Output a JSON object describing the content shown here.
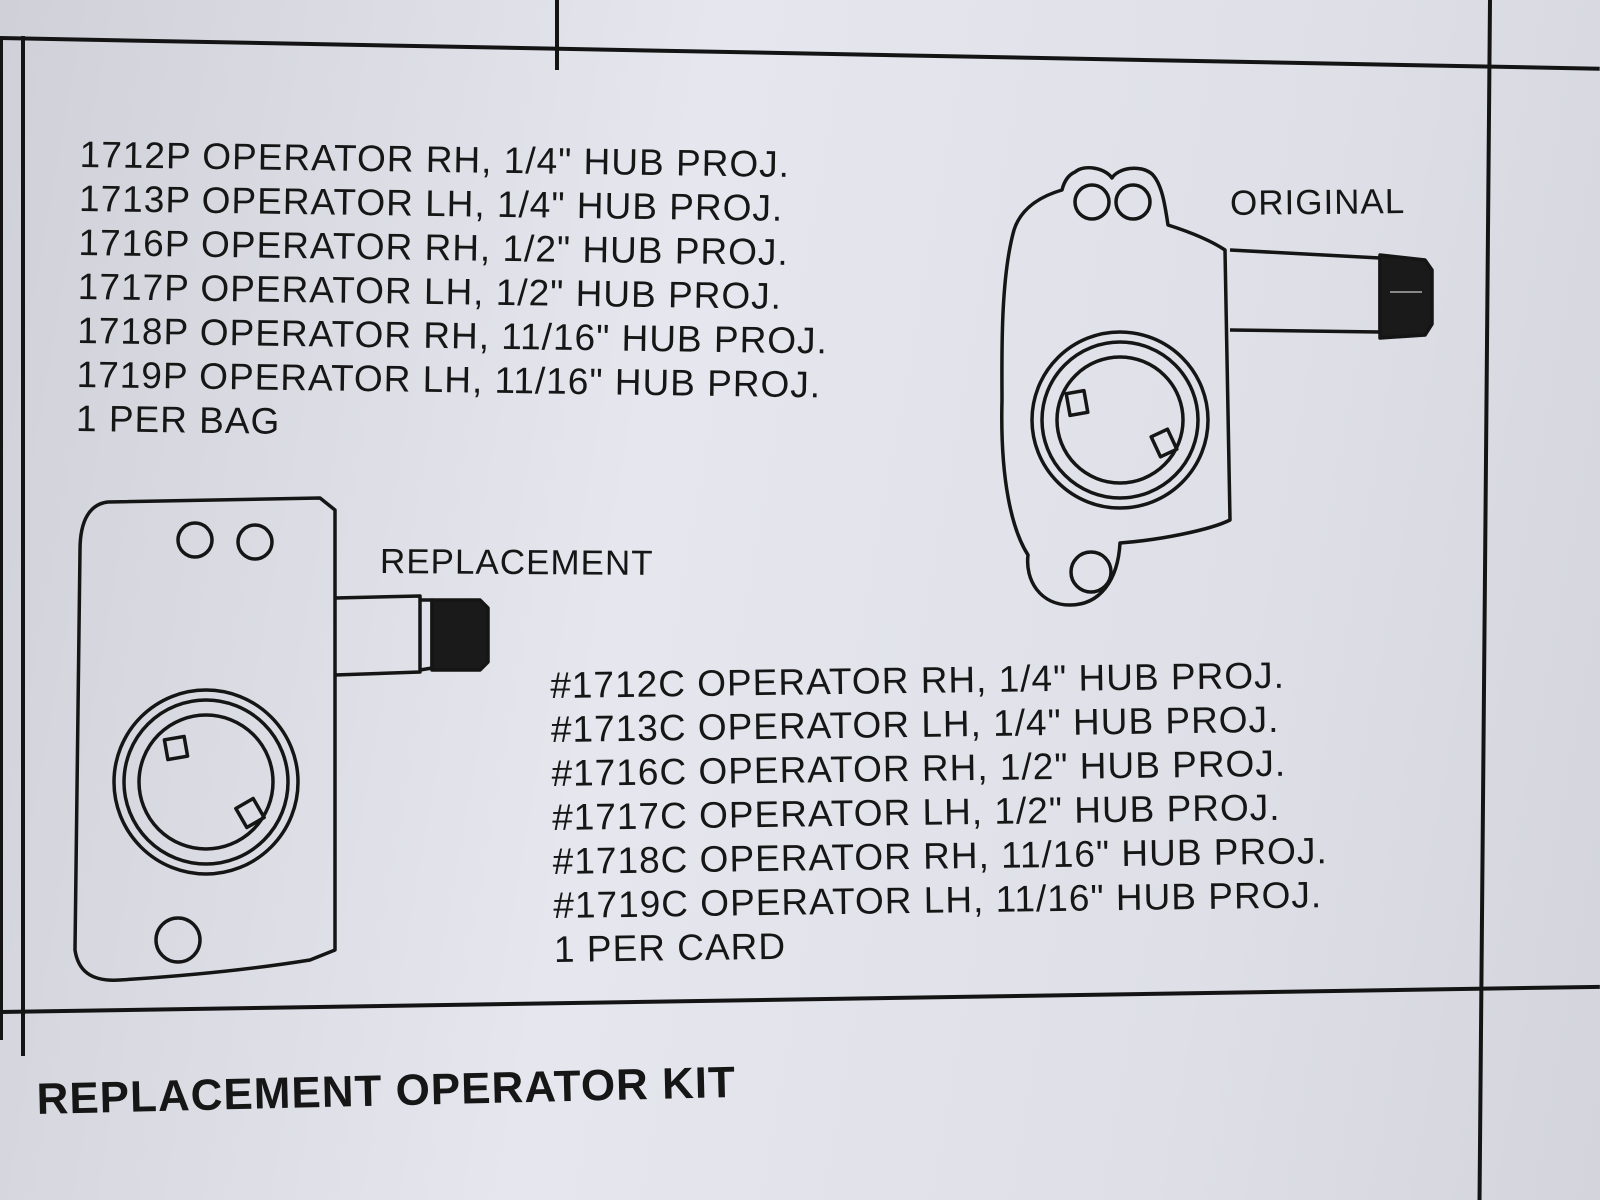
{
  "original": {
    "label": "ORIGINAL",
    "items": [
      "1712P OPERATOR RH, 1/4\" HUB PROJ.",
      "1713P OPERATOR LH, 1/4\" HUB PROJ.",
      "1716P OPERATOR RH, 1/2\" HUB PROJ.",
      "1717P OPERATOR LH, 1/2\" HUB PROJ.",
      "1718P OPERATOR RH, 11/16\" HUB PROJ.",
      "1719P OPERATOR LH, 11/16\" HUB PROJ."
    ],
    "packaging": "1 PER BAG"
  },
  "replacement": {
    "label": "REPLACEMENT",
    "items": [
      "#1712C OPERATOR RH, 1/4\" HUB PROJ.",
      "#1713C OPERATOR LH, 1/4\" HUB PROJ.",
      "#1716C OPERATOR RH, 1/2\" HUB PROJ.",
      "#1717C OPERATOR LH, 1/2\" HUB PROJ.",
      "#1718C OPERATOR RH, 11/16\" HUB PROJ.",
      "#1719C OPERATOR LH, 11/16\" HUB PROJ."
    ],
    "packaging": "1 PER CARD"
  },
  "footer": {
    "title": "REPLACEMENT OPERATOR KIT"
  }
}
